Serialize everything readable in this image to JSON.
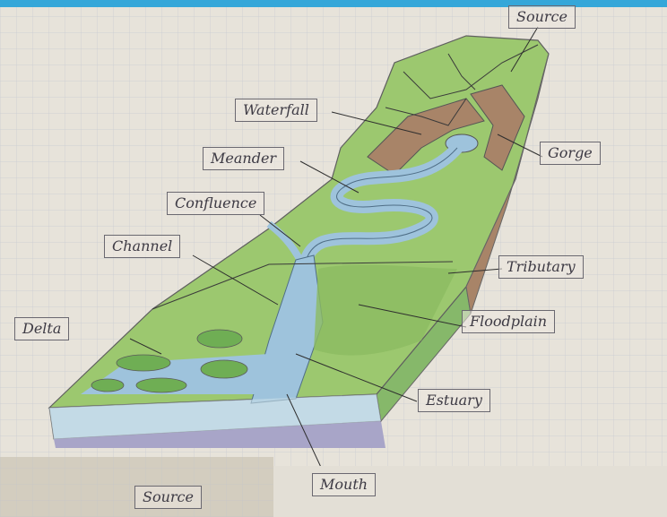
{
  "labels": {
    "source": "Source",
    "waterfall": "Waterfall",
    "meander": "Meander",
    "confluence": "Confluence",
    "channel": "Channel",
    "delta": "Delta",
    "gorge": "Gorge",
    "tributary": "Tributary",
    "floodplain": "Floodplain",
    "estuary": "Estuary",
    "mouth": "Mouth",
    "source_inset": "Source"
  },
  "colors": {
    "paper": "#e7e3da",
    "grid": "#b9c0cf",
    "land": "#9cc86f",
    "land_dark": "#6fae54",
    "river": "#9ec3dc",
    "cliff": "#a88468",
    "sea": "#c8dde8"
  }
}
